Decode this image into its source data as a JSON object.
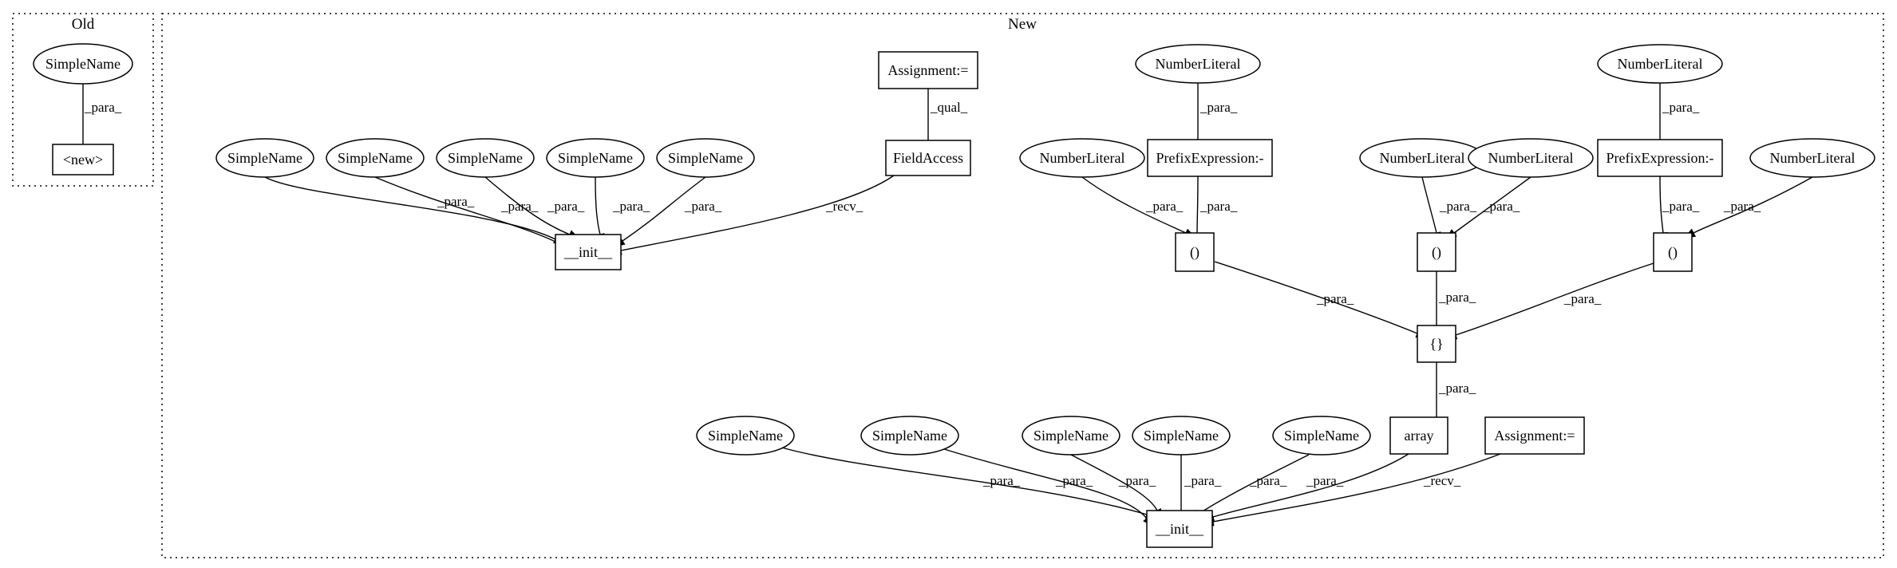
{
  "clusters": {
    "old": {
      "label": "Old"
    },
    "new": {
      "label": "New"
    }
  },
  "nodes": {
    "old_simplename": {
      "label": "SimpleName",
      "shape": "ellipse"
    },
    "old_new": {
      "label": "<new>",
      "shape": "box"
    },
    "assign_top": {
      "label": "Assignment:=",
      "shape": "box"
    },
    "fieldaccess": {
      "label": "FieldAccess",
      "shape": "box"
    },
    "sn_top_1": {
      "label": "SimpleName",
      "shape": "ellipse"
    },
    "sn_top_2": {
      "label": "SimpleName",
      "shape": "ellipse"
    },
    "sn_top_3": {
      "label": "SimpleName",
      "shape": "ellipse"
    },
    "sn_top_4": {
      "label": "SimpleName",
      "shape": "ellipse"
    },
    "sn_top_5": {
      "label": "SimpleName",
      "shape": "ellipse"
    },
    "init_top": {
      "label": "__init__",
      "shape": "box"
    },
    "num_prefix_1": {
      "label": "NumberLiteral",
      "shape": "ellipse"
    },
    "prefix_1": {
      "label": "PrefixExpression:-",
      "shape": "box"
    },
    "num_prefix_2": {
      "label": "NumberLiteral",
      "shape": "ellipse"
    },
    "prefix_2": {
      "label": "PrefixExpression:-",
      "shape": "box"
    },
    "num_a": {
      "label": "NumberLiteral",
      "shape": "ellipse"
    },
    "num_b": {
      "label": "NumberLiteral",
      "shape": "ellipse"
    },
    "num_c": {
      "label": "NumberLiteral",
      "shape": "ellipse"
    },
    "num_d": {
      "label": "NumberLiteral",
      "shape": "ellipse"
    },
    "paren_1": {
      "label": "()",
      "shape": "box"
    },
    "paren_2": {
      "label": "()",
      "shape": "box"
    },
    "paren_3": {
      "label": "()",
      "shape": "box"
    },
    "braces": {
      "label": "{}",
      "shape": "box"
    },
    "array": {
      "label": "array",
      "shape": "box"
    },
    "assign_bottom": {
      "label": "Assignment:=",
      "shape": "box"
    },
    "sn_bot_1": {
      "label": "SimpleName",
      "shape": "ellipse"
    },
    "sn_bot_2": {
      "label": "SimpleName",
      "shape": "ellipse"
    },
    "sn_bot_3": {
      "label": "SimpleName",
      "shape": "ellipse"
    },
    "sn_bot_4": {
      "label": "SimpleName",
      "shape": "ellipse"
    },
    "sn_bot_5": {
      "label": "SimpleName",
      "shape": "ellipse"
    },
    "init_bottom": {
      "label": "__init__",
      "shape": "box"
    }
  },
  "edges": [
    {
      "id": "e_old",
      "from": "old_simplename",
      "to": "old_new",
      "label": "_para_"
    },
    {
      "id": "e_qual",
      "from": "assign_top",
      "to": "fieldaccess",
      "label": "_qual_"
    },
    {
      "id": "e_t1",
      "from": "sn_top_1",
      "to": "init_top",
      "label": "_para_"
    },
    {
      "id": "e_t2",
      "from": "sn_top_2",
      "to": "init_top",
      "label": "_para_"
    },
    {
      "id": "e_t3",
      "from": "sn_top_3",
      "to": "init_top",
      "label": "_para_"
    },
    {
      "id": "e_t4",
      "from": "sn_top_4",
      "to": "init_top",
      "label": "_para_"
    },
    {
      "id": "e_t5",
      "from": "sn_top_5",
      "to": "init_top",
      "label": "_para_"
    },
    {
      "id": "e_recv_top",
      "from": "fieldaccess",
      "to": "init_top",
      "label": "_recv_"
    },
    {
      "id": "e_np1",
      "from": "num_prefix_1",
      "to": "prefix_1",
      "label": "_para_"
    },
    {
      "id": "e_np2",
      "from": "num_prefix_2",
      "to": "prefix_2",
      "label": "_para_"
    },
    {
      "id": "e_na",
      "from": "num_a",
      "to": "paren_1",
      "label": "_para_"
    },
    {
      "id": "e_p1",
      "from": "prefix_1",
      "to": "paren_1",
      "label": "_para_"
    },
    {
      "id": "e_nb",
      "from": "num_b",
      "to": "paren_2",
      "label": "_para_"
    },
    {
      "id": "e_nc",
      "from": "num_c",
      "to": "paren_2",
      "label": "_para_"
    },
    {
      "id": "e_p2",
      "from": "prefix_2",
      "to": "paren_3",
      "label": "_para_"
    },
    {
      "id": "e_nd",
      "from": "num_d",
      "to": "paren_3",
      "label": "_para_"
    },
    {
      "id": "e_b1",
      "from": "paren_1",
      "to": "braces",
      "label": "_para_"
    },
    {
      "id": "e_b2",
      "from": "paren_2",
      "to": "braces",
      "label": "_para_"
    },
    {
      "id": "e_b3",
      "from": "paren_3",
      "to": "braces",
      "label": "_para_"
    },
    {
      "id": "e_arr",
      "from": "braces",
      "to": "array",
      "label": "_para_"
    },
    {
      "id": "e_bt1",
      "from": "sn_bot_1",
      "to": "init_bottom",
      "label": "_para_"
    },
    {
      "id": "e_bt2",
      "from": "sn_bot_2",
      "to": "init_bottom",
      "label": "_para_"
    },
    {
      "id": "e_bt3",
      "from": "sn_bot_3",
      "to": "init_bottom",
      "label": "_para_"
    },
    {
      "id": "e_bt4",
      "from": "sn_bot_4",
      "to": "init_bottom",
      "label": "_para_"
    },
    {
      "id": "e_bt5",
      "from": "sn_bot_5",
      "to": "init_bottom",
      "label": "_para_"
    },
    {
      "id": "e_arr_init",
      "from": "array",
      "to": "init_bottom",
      "label": "_para_"
    },
    {
      "id": "e_recv_bottom",
      "from": "assign_bottom",
      "to": "init_bottom",
      "label": "_recv_"
    }
  ]
}
